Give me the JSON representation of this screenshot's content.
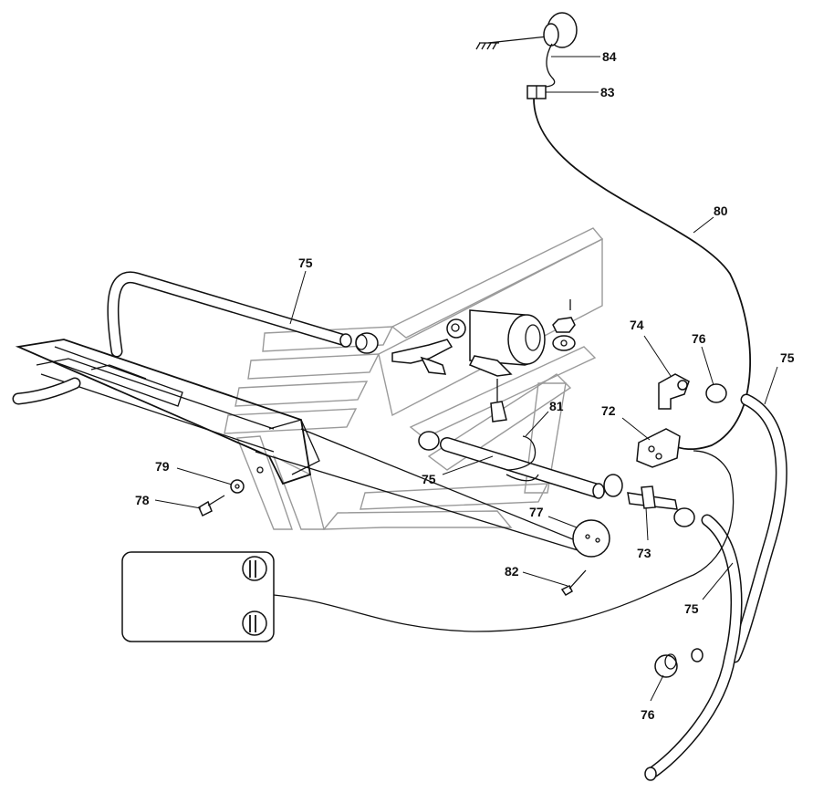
{
  "labels": [
    {
      "id": "84",
      "text": "84"
    },
    {
      "id": "83",
      "text": "83"
    },
    {
      "id": "80",
      "text": "80"
    },
    {
      "id": "75a",
      "text": "75"
    },
    {
      "id": "74",
      "text": "74"
    },
    {
      "id": "76a",
      "text": "76"
    },
    {
      "id": "75b",
      "text": "75"
    },
    {
      "id": "72",
      "text": "72"
    },
    {
      "id": "81",
      "text": "81"
    },
    {
      "id": "75c",
      "text": "75"
    },
    {
      "id": "79",
      "text": "79"
    },
    {
      "id": "78",
      "text": "78"
    },
    {
      "id": "77",
      "text": "77"
    },
    {
      "id": "73",
      "text": "73"
    },
    {
      "id": "82",
      "text": "82"
    },
    {
      "id": "75d",
      "text": "75"
    },
    {
      "id": "76b",
      "text": "76"
    }
  ]
}
